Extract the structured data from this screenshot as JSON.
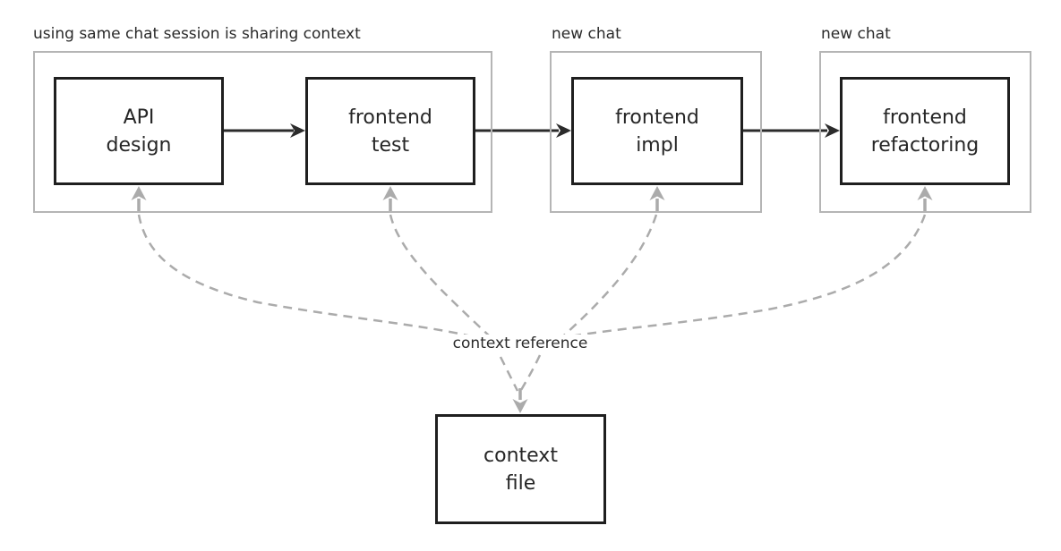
{
  "diagram_title": "",
  "groups": [
    {
      "label": "using same chat session is sharing context"
    },
    {
      "label": "new chat"
    },
    {
      "label": "new chat"
    }
  ],
  "nodes": {
    "api_design": {
      "lines": [
        "API",
        "design"
      ]
    },
    "frontend_test": {
      "lines": [
        "frontend",
        "test"
      ]
    },
    "frontend_impl": {
      "lines": [
        "frontend",
        "impl"
      ]
    },
    "frontend_refactoring": {
      "lines": [
        "frontend",
        "refactoring"
      ]
    },
    "context_file": {
      "lines": [
        "context",
        "file"
      ]
    }
  },
  "edges": {
    "flow": [
      {
        "from": "api_design",
        "to": "frontend_test",
        "style": "solid"
      },
      {
        "from": "frontend_test",
        "to": "frontend_impl",
        "style": "solid"
      },
      {
        "from": "frontend_impl",
        "to": "frontend_refactoring",
        "style": "solid"
      }
    ],
    "context_reference": {
      "label": "context reference",
      "from": "context_file",
      "to": [
        "api_design",
        "frontend_test",
        "frontend_impl",
        "frontend_refactoring"
      ],
      "style": "dashed"
    }
  },
  "colors": {
    "background": "#ffffff",
    "node_border": "#1f1f1f",
    "group_border": "#b5b5b5",
    "flow_arrow": "#2b2b2b",
    "context_connector": "#ababab",
    "text": "#262626"
  }
}
